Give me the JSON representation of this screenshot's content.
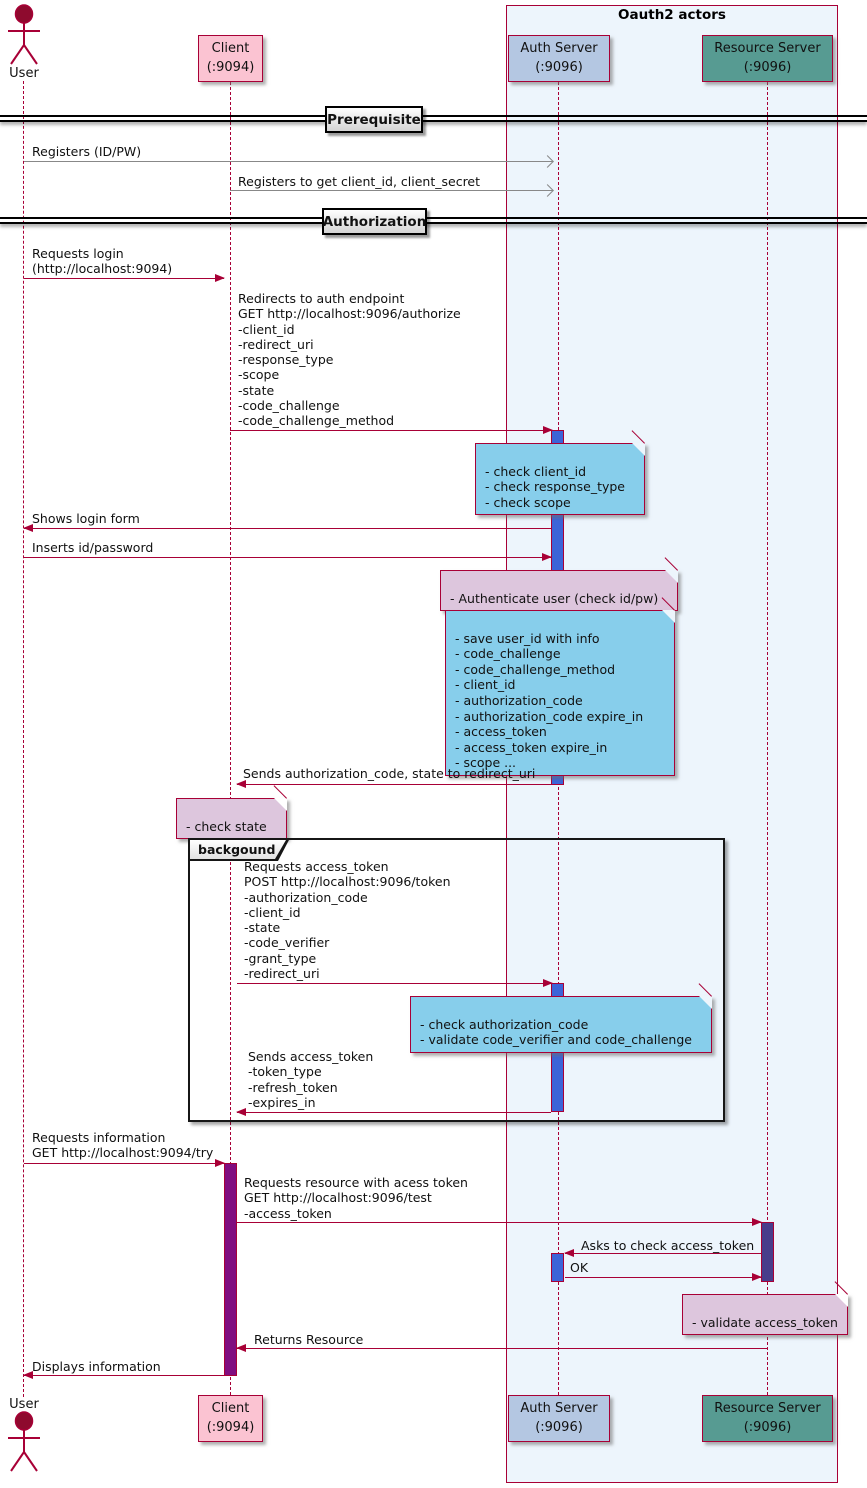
{
  "frame": {
    "title": "Oauth2 actors"
  },
  "participants": {
    "user": {
      "label": "User"
    },
    "client": {
      "label": "Client\n(:9094)"
    },
    "auth": {
      "label": "Auth Server\n(:9096)"
    },
    "resource": {
      "label": "Resource Server\n(:9096)"
    }
  },
  "dividers": {
    "prerequisite": "Prerequisite",
    "authorization": "Authorization"
  },
  "group": {
    "label": "backgound"
  },
  "messages": {
    "m1": "Registers (ID/PW)",
    "m2": "Registers to get client_id, client_secret",
    "m3": "Requests login\n(http://localhost:9094)",
    "m4": "Redirects to auth endpoint\nGET http://localhost:9096/authorize\n-client_id\n-redirect_uri\n-response_type\n-scope\n-state\n-code_challenge\n-code_challenge_method",
    "m5": "Shows login form",
    "m6": "Inserts id/password",
    "m7": "Sends authorization_code, state to redirect_uri",
    "m8": "Requests access_token\nPOST http://localhost:9096/token\n-authorization_code\n-client_id\n-state\n-code_verifier\n-grant_type\n-redirect_uri",
    "m9": "Sends access_token\n-token_type\n-refresh_token\n-expires_in",
    "m10": "Requests information\nGET http://localhost:9094/try",
    "m11": "Requests resource with acess token\nGET http://localhost:9096/test\n-access_token",
    "m12": "Asks to check access_token",
    "m13": "OK",
    "m14": "Returns Resource",
    "m15": "Displays information"
  },
  "notes": {
    "n1": "- check client_id\n- check response_type\n- check scope",
    "n2": "- Authenticate user (check id/pw)",
    "n3": "- save user_id with info\n - code_challenge\n - code_challenge_method\n - client_id\n - authorization_code\n - authorization_code expire_in\n - access_token\n - access_token expire_in\n - scope ...",
    "n4": "- check state",
    "n5": "- check authorization_code\n- validate code_verifier and code_challenge",
    "n6": "- validate access_token"
  },
  "colors": {
    "lifeline_and_border": "#A80036",
    "gray_arrow": "#888888",
    "frame_background": "#EDF5FC",
    "note_blue": "#87CEEB",
    "note_pink": "#DDC6DD",
    "activation_blue": "#3C64D8",
    "activation_purple": "#800D80",
    "activation_dark_slate": "#483D8B",
    "client_box": "#FBC3D2",
    "auth_server_box": "#B4C7E2",
    "resource_server_box": "#579B92",
    "actor_head": "#8E0A2E"
  }
}
